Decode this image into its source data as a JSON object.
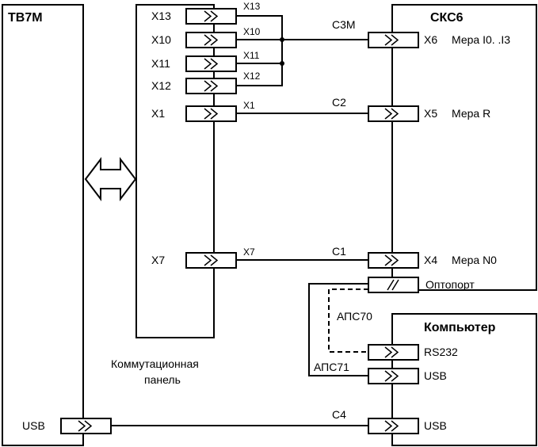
{
  "blocks": {
    "tb7m": "ТВ7М",
    "cks6": "СКС6",
    "computer": "Компьютер",
    "panel_line1": "Коммутационная",
    "panel_line2": "панель"
  },
  "panel_ports": {
    "x13": "X13",
    "x10": "X10",
    "x11": "X11",
    "x12": "X12",
    "x1": "X1",
    "x7": "X7"
  },
  "wire_labels": {
    "x13": "X13",
    "x10": "X10",
    "x11": "X11",
    "x12": "X12",
    "x1": "X1",
    "x7": "X7"
  },
  "cables": {
    "c3m": "С3М",
    "c2": "С2",
    "c1": "С1",
    "c4": "С4",
    "aps70": "АПС70",
    "aps71": "АПС71"
  },
  "cks6_ports": {
    "x6": "X6",
    "x6_desc": "Мера I0. .I3",
    "x5": "X5",
    "x5_desc": "Мера R",
    "x4": "X4",
    "x4_desc": "Мера N0",
    "optoport": "Оптопорт"
  },
  "computer_ports": {
    "rs232": "RS232",
    "usb": "USB"
  },
  "tb7m_ports": {
    "usb": "USB"
  },
  "usb_bottom_right": "USB"
}
